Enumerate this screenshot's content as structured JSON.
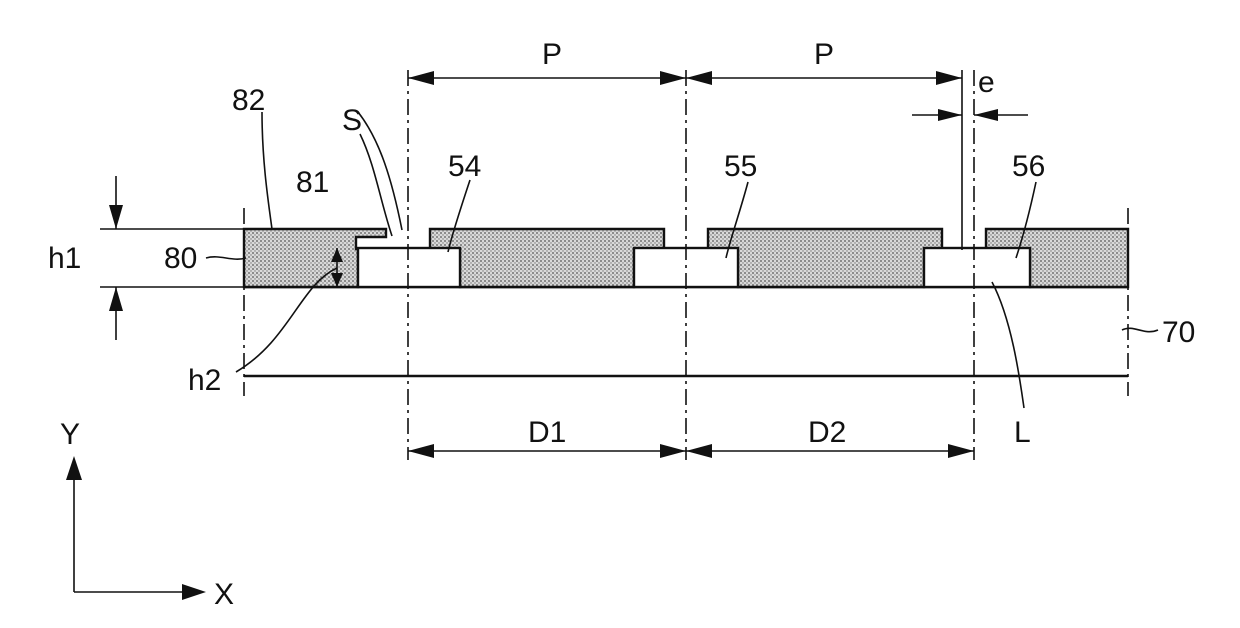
{
  "labels": {
    "p_left": "P",
    "p_right": "P",
    "e": "e",
    "l82": "82",
    "s": "S",
    "l81": "81",
    "l54": "54",
    "l55": "55",
    "l56": "56",
    "h1": "h1",
    "l80": "80",
    "h2": "h2",
    "l70": "70",
    "d1": "D1",
    "d2": "D2",
    "l": "L",
    "y_axis": "Y",
    "x_axis": "X"
  },
  "colors": {
    "line": "#111111",
    "hatch_fill": "#d6d6d6",
    "background": "#ffffff"
  }
}
